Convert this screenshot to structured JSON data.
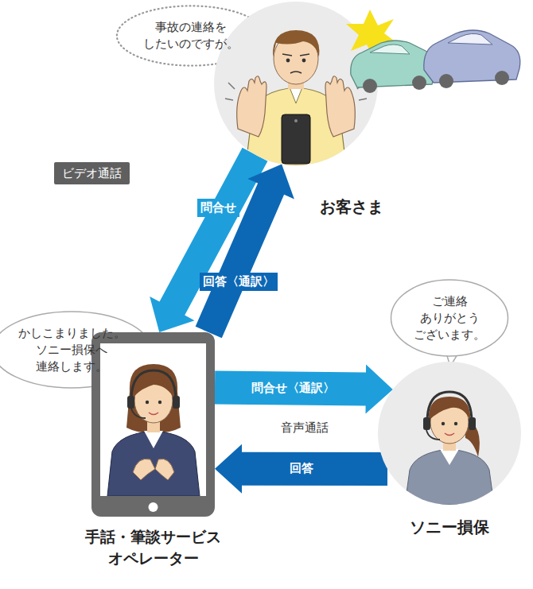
{
  "diagram": {
    "nodes": [
      {
        "text": [
          "事故の連絡を したいのですが。"
        ]
      },
      {
        "text": [
          "お客さま"
        ]
      },
      {
        "text": [
          "かしこまりました。 ソニー損保へ 連絡します。"
        ]
      },
      {
        "text": [
          "手話・筆談サービス オペレーター"
        ]
      },
      {
        "text": [
          "ご連絡 ありがとう ございます。"
        ]
      },
      {
        "text": [
          "ソニー損保"
        ]
      }
    ],
    "edges": [
      {
        "from": 1,
        "to": 3,
        "label": "問合せ",
        "arrow": "to"
      },
      {
        "from": 3,
        "to": 1,
        "label": "回答〈通訳〉",
        "arrow": "to"
      },
      {
        "from": 3,
        "to": 5,
        "label": "問合せ〈通訳〉",
        "arrow": "to"
      },
      {
        "from": 5,
        "to": 3,
        "label": "回答",
        "arrow": "to"
      }
    ],
    "labels": [
      "ビデオ通話",
      "音声通話"
    ]
  }
}
